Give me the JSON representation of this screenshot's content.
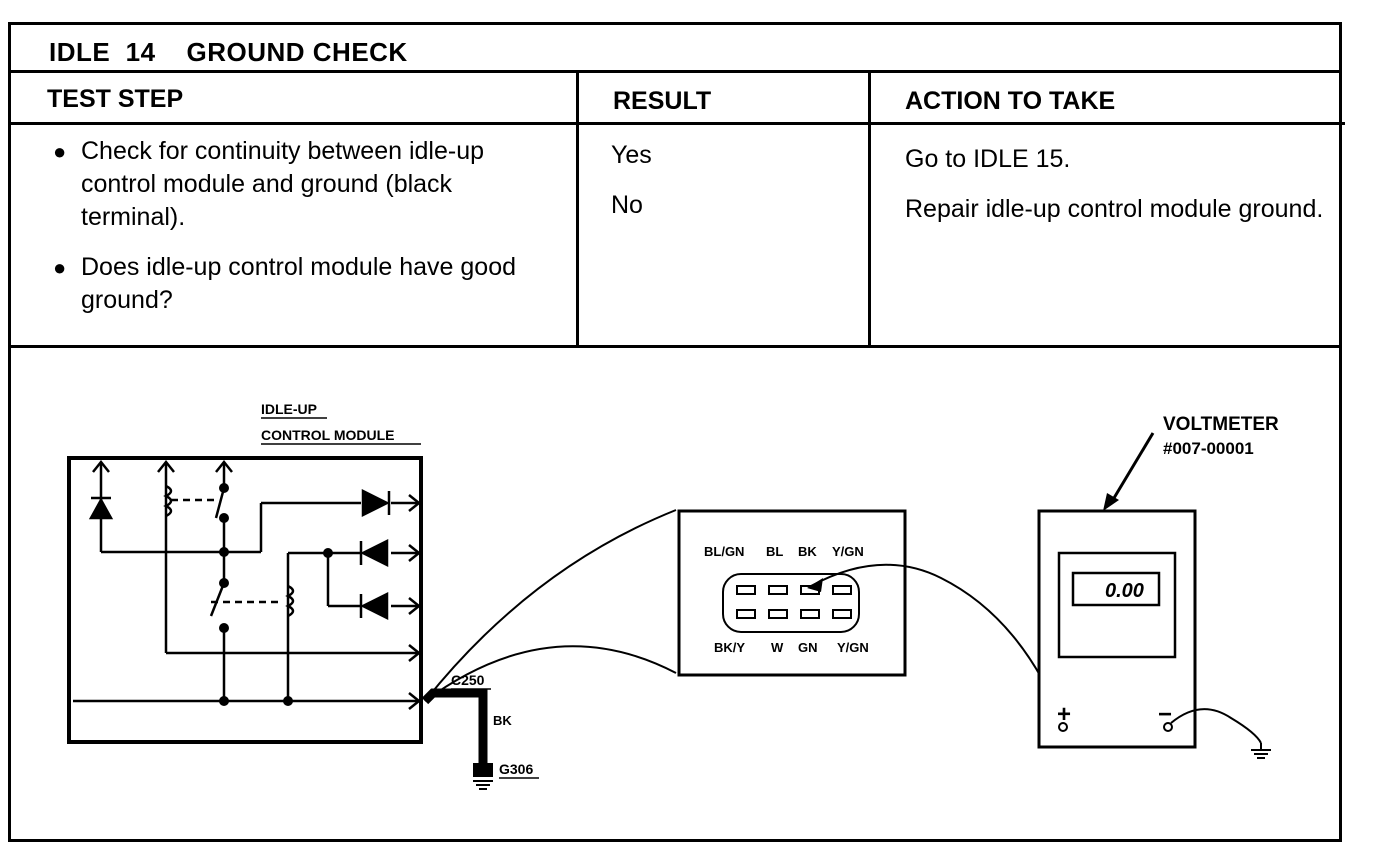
{
  "title": "IDLE  14    GROUND CHECK",
  "headers": {
    "test_step": "TEST STEP",
    "result": "RESULT",
    "action": "ACTION TO TAKE"
  },
  "test_steps": [
    "Check for continuity between idle-up control module and ground (black terminal).",
    "Does idle-up control module have good ground?"
  ],
  "results": [
    "Yes",
    "No"
  ],
  "actions": [
    "Go to IDLE 15.",
    "Repair idle-up control module ground."
  ],
  "diagram": {
    "module_label_1": "IDLE-UP",
    "module_label_2": "CONTROL MODULE",
    "connector_id": "C250",
    "wire_color": "BK",
    "ground_id": "G306",
    "top_pins": [
      "BL/GN",
      "BL",
      "BK",
      "Y/GN"
    ],
    "bottom_pins": [
      "BK/Y",
      "W",
      "GN",
      "Y/GN"
    ],
    "meter_label_1": "VOLTMETER",
    "meter_label_2": "#007-00001",
    "meter_reading": "0.00",
    "plus": "+",
    "minus": "−"
  }
}
